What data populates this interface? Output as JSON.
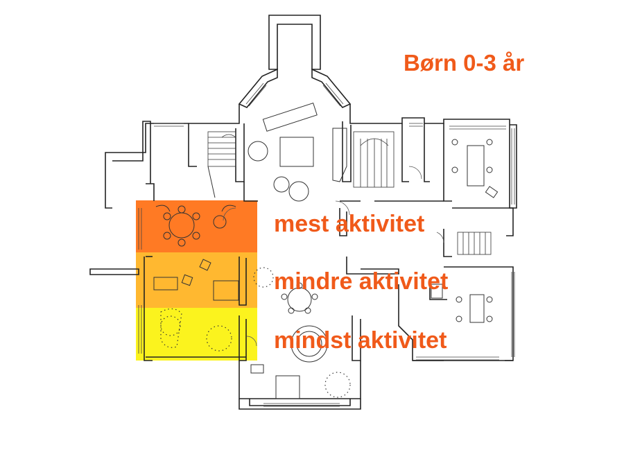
{
  "title": "Børn 0-3 år",
  "accent_color": "#f05a1a",
  "zones": [
    {
      "label": "mest aktivitet",
      "color": "#ff7a24"
    },
    {
      "label": "mindre aktivitet",
      "color": "#ffb830"
    },
    {
      "label": "mindst aktivitet",
      "color": "#fbf31e"
    }
  ]
}
